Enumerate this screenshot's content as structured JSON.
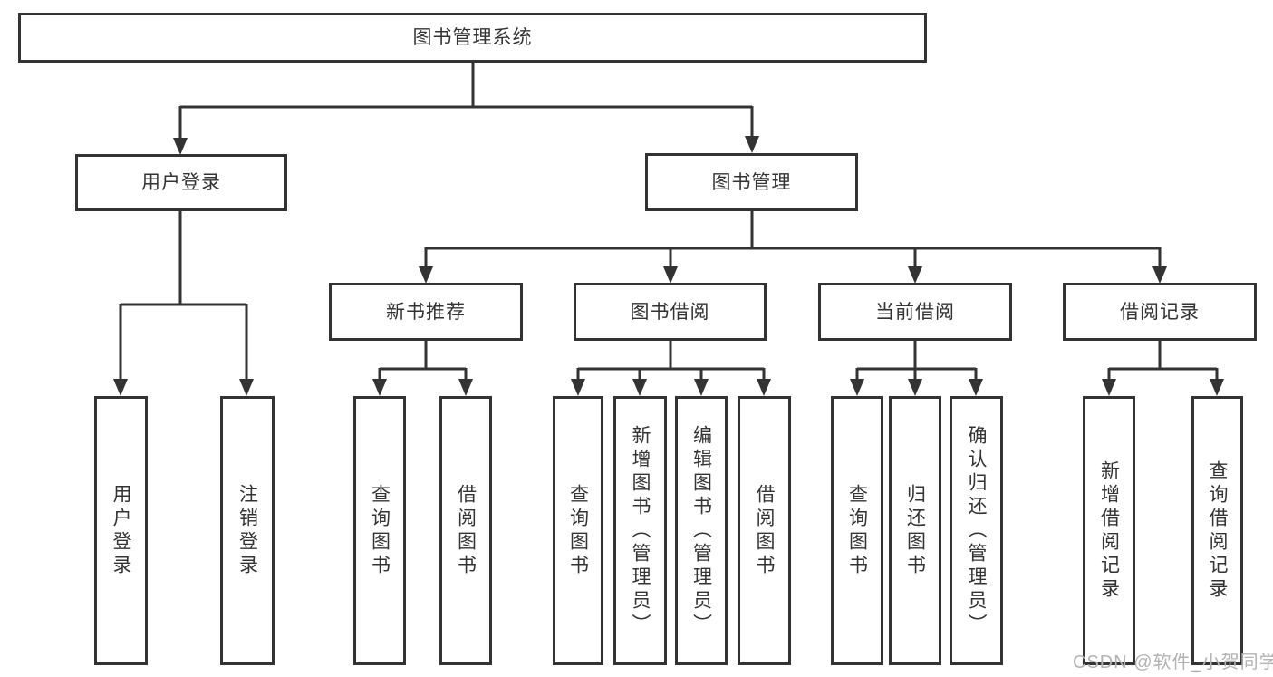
{
  "colors": {
    "line": "#333333",
    "text": "#333333",
    "box_border": "#333333",
    "background": "#ffffff",
    "watermark": "#b3b3b3"
  },
  "watermark": "CSDN @软件_小贺同学",
  "tree": {
    "root": "图书管理系统",
    "branches": [
      {
        "label": "用户登录",
        "children": [
          "用户登录",
          "注销登录"
        ]
      },
      {
        "label": "图书管理",
        "groups": [
          {
            "label": "新书推荐",
            "children": [
              "查询图书",
              "借阅图书"
            ]
          },
          {
            "label": "图书借阅",
            "children": [
              "查询图书",
              "新增图书（管理员）",
              "编辑图书（管理员）",
              "借阅图书"
            ]
          },
          {
            "label": "当前借阅",
            "children": [
              "查询图书",
              "归还图书",
              "确认归还（管理员）"
            ]
          },
          {
            "label": "借阅记录",
            "children": [
              "新增借阅记录",
              "查询借阅记录"
            ]
          }
        ]
      }
    ]
  }
}
